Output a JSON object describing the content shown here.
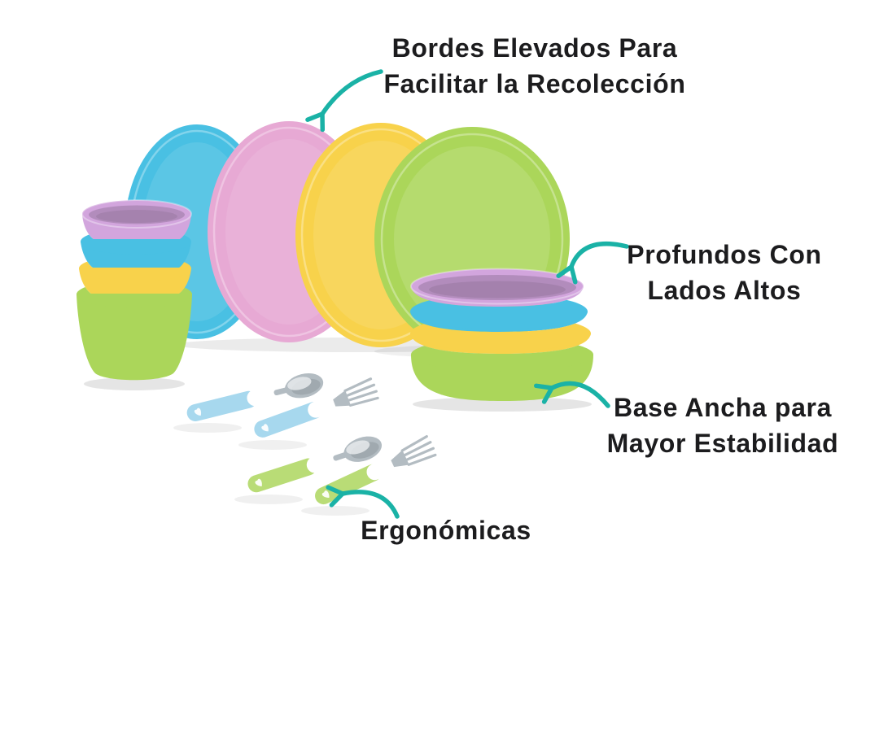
{
  "theme": {
    "bg": "#ffffff",
    "text": "#1c1c1e",
    "arrow": "#1ab2a6",
    "blue": "#49c0e3",
    "pink": "#e7a9d4",
    "yellow": "#f8d24b",
    "green": "#abd65a",
    "purple": "#d2a5dd",
    "blueLight": "#a7d8ee",
    "greenLight": "#b9dc76",
    "steel": "#b3bcc2",
    "steelDark": "#939ca2",
    "steelLight": "#e6eaec"
  },
  "annotations": {
    "callouts": [
      {
        "id": "raised-edges",
        "lines": [
          "Bordes Elevados Para",
          "Facilitar la Recolección"
        ]
      },
      {
        "id": "deep-sides",
        "lines": [
          "Profundos Con",
          "Lados Altos"
        ]
      },
      {
        "id": "wide-base",
        "lines": [
          "Base Ancha para",
          "Mayor Estabilidad"
        ]
      },
      {
        "id": "ergonomic",
        "lines": [
          "Ergonómicas"
        ]
      }
    ]
  },
  "product": {
    "plates": [
      "blue",
      "pink",
      "yellow",
      "green"
    ],
    "cups": [
      "purple",
      "blue",
      "yellow",
      "green"
    ],
    "bowls": [
      "purple",
      "blue",
      "yellow",
      "green"
    ],
    "utensils": [
      "blue spoon",
      "blue fork",
      "green spoon",
      "green fork"
    ]
  }
}
